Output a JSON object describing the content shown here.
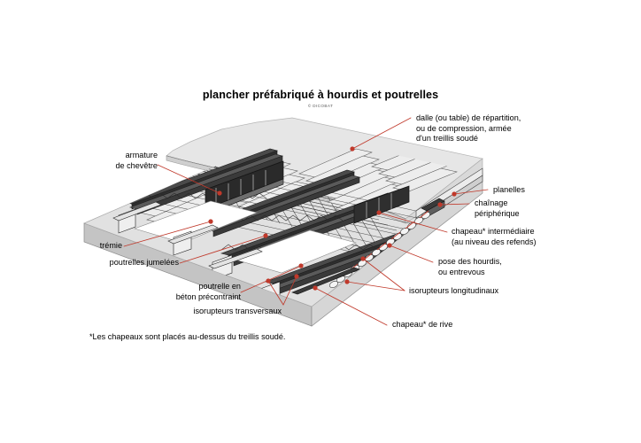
{
  "figure": {
    "title": "plancher préfabriqué à hourdis et poutrelles",
    "credit": "© DICOBAT",
    "footnote": "*Les chapeaux sont placés au-dessus du treillis soudé."
  },
  "callouts": {
    "armature_chevetre": "armature\nde chevêtre",
    "tremie": "trémie",
    "poutrelles_jumelees": "poutrelles jumelées",
    "poutrelle_beton": "poutrelle en\nbéton précontraint",
    "isorupteurs_transversaux": "isorupteurs transversaux",
    "dalle_repartition": "dalle (ou table) de répartition,\nou de compression, armée\nd'un treillis soudé",
    "planelles": "planelles",
    "chainage_peripherique": "chaînage\npériphérique",
    "chapeau_intermediaire": "chapeau* intermédiaire\n(au niveau des refends)",
    "pose_hourdis": "pose des hourdis,\nou entrevous",
    "isorupteurs_longitudinaux": "isorupteurs longitudinaux",
    "chapeau_rive": "chapeau* de rive"
  },
  "colors": {
    "leader": "#c0392b",
    "marker": "#c0392b",
    "slab_top": "#e3e3e3",
    "slab_side": "#d2d2d2",
    "slab_front": "#c9c9c9",
    "beam_dark": "#3a3a3a",
    "beam_mid": "#6e6e6e",
    "hourdis": "#f2f2f2",
    "line": "#1a1a1a",
    "text": "#000000"
  },
  "diagram": {
    "type": "isometric-cutaway",
    "subject": "precast concrete floor system with hollow-core blocks and prestressed joists"
  }
}
